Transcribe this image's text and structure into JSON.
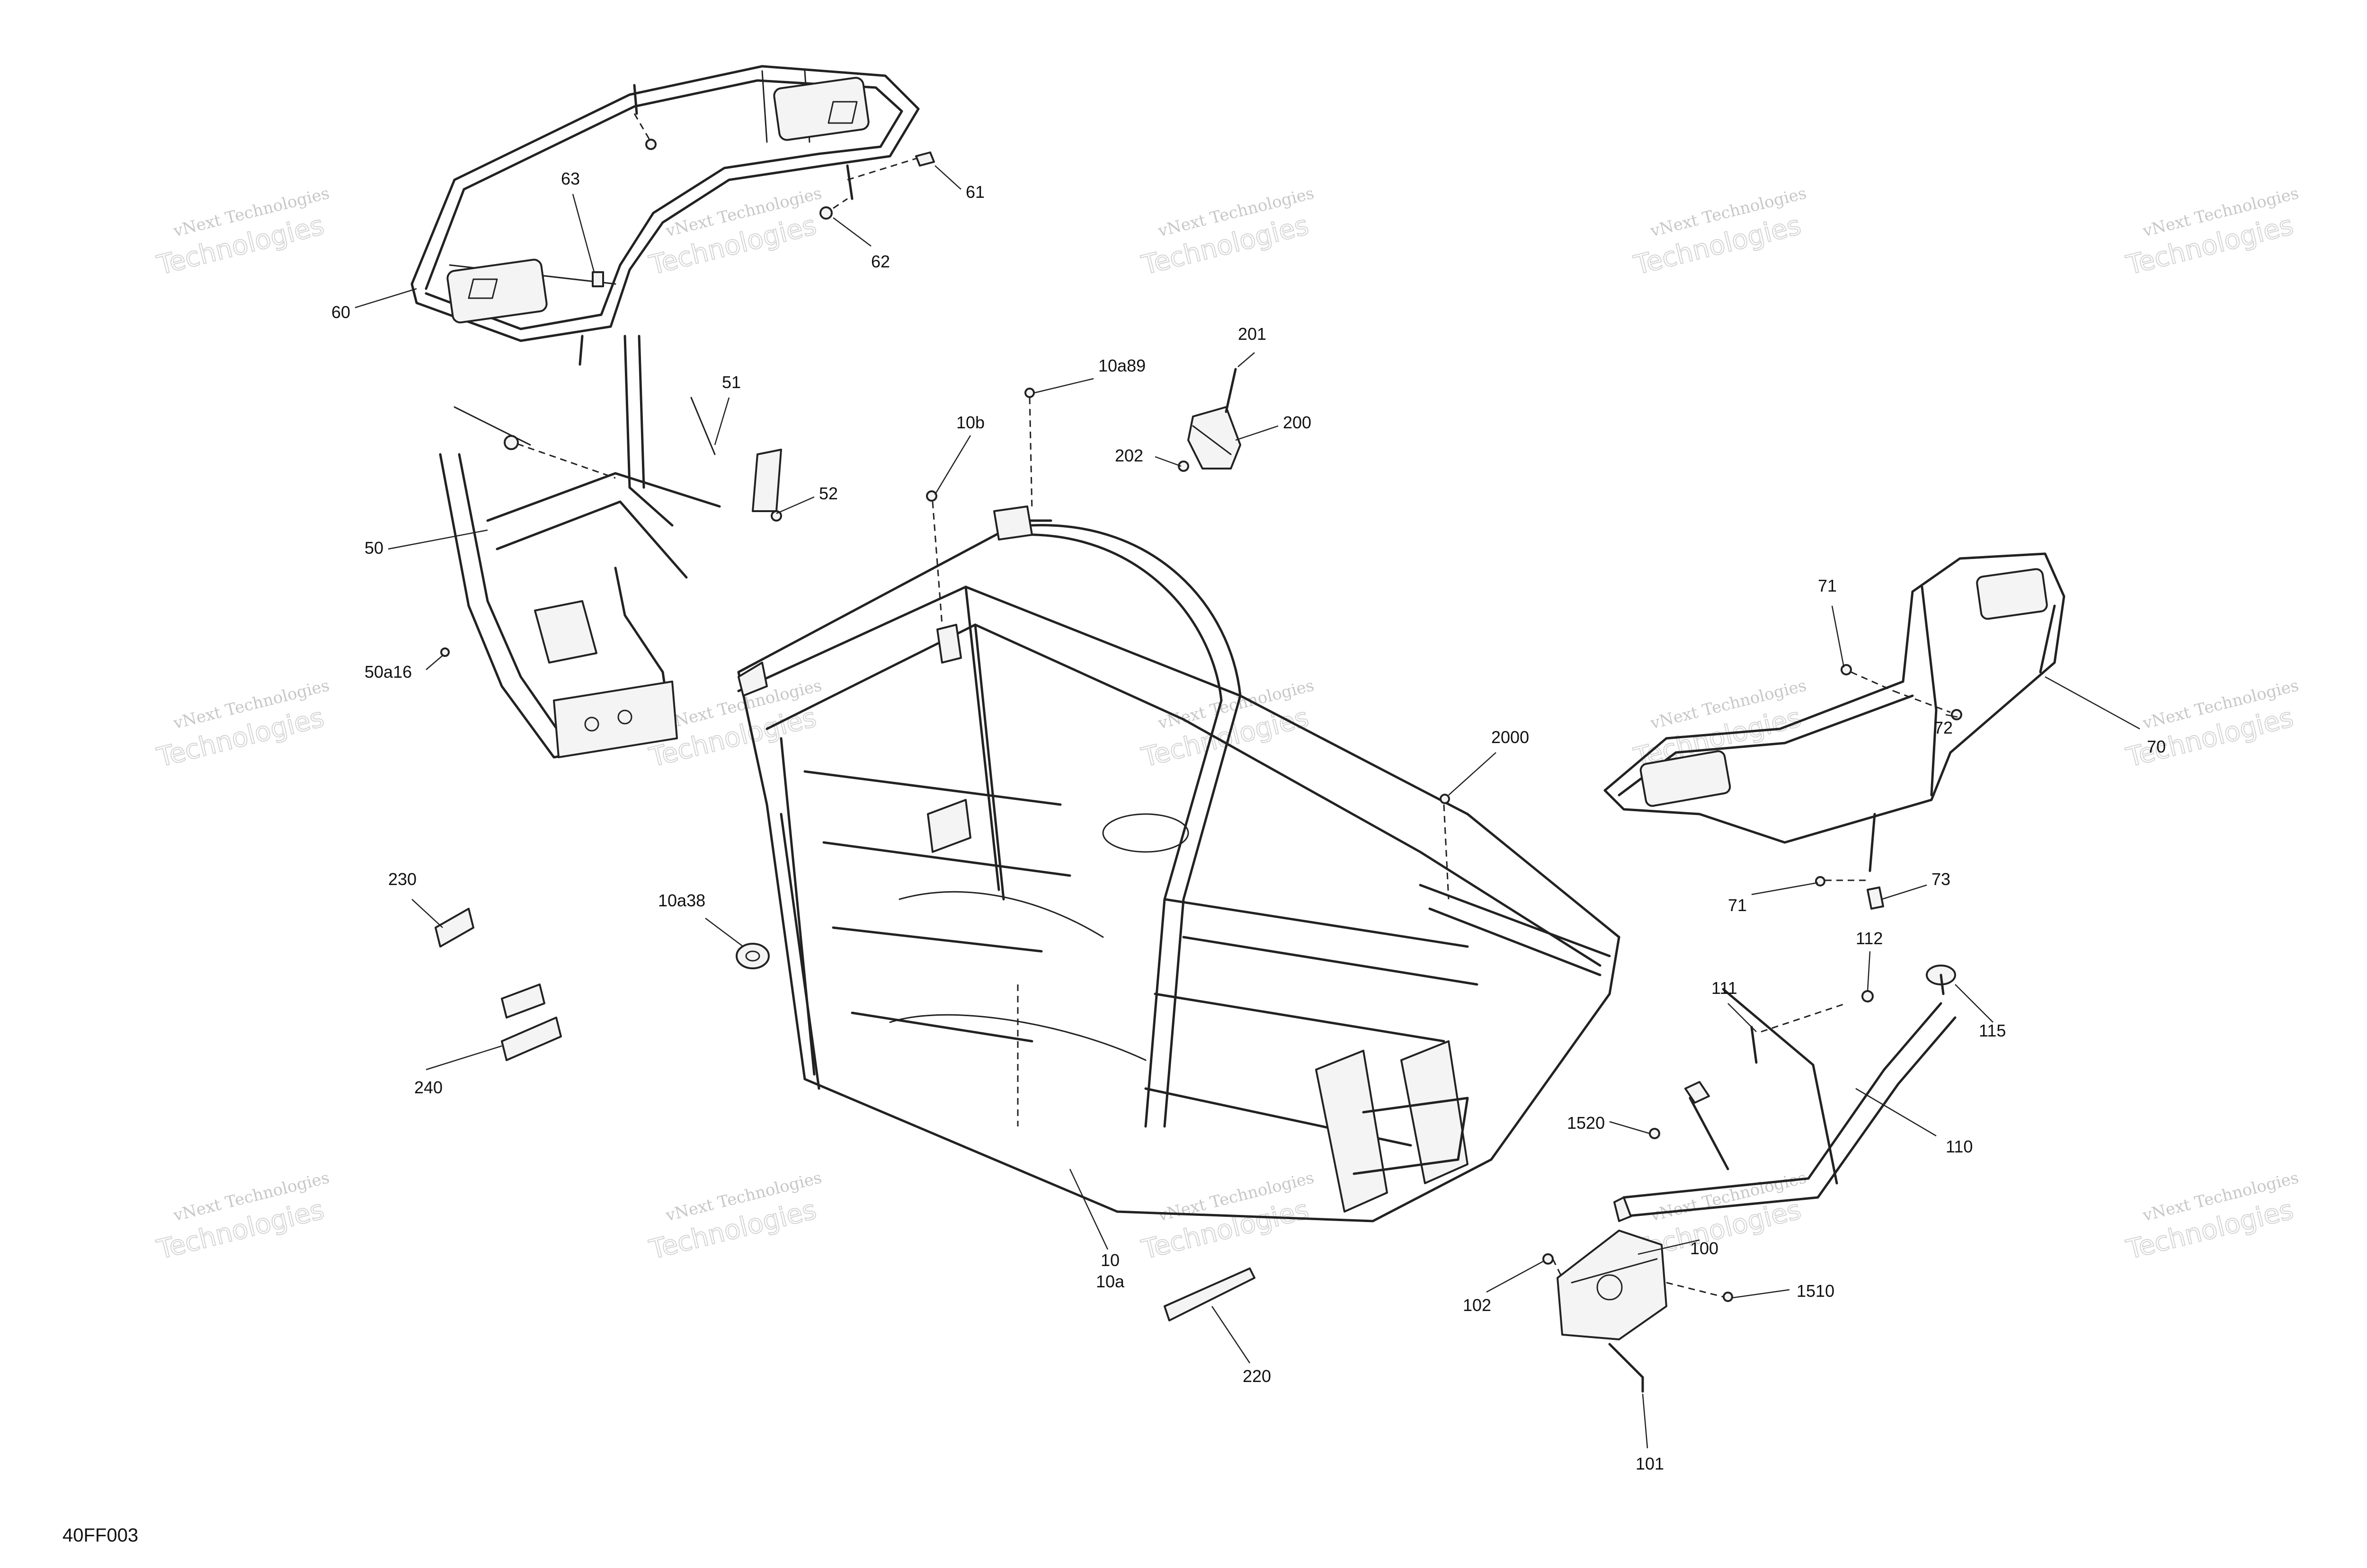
{
  "document_code": "40FF003",
  "watermark": {
    "line1": "vNext Technologies",
    "line2": "Technologies"
  },
  "callouts": {
    "c60": "60",
    "c61": "61",
    "c62": "62",
    "c63": "63",
    "c50": "50",
    "c51": "51",
    "c52": "52",
    "c50a16": "50a16",
    "c10a89": "10a89",
    "c10b": "10b",
    "c201": "201",
    "c200": "200",
    "c202": "202",
    "c71a": "71",
    "c72": "72",
    "c70": "70",
    "c71b": "71",
    "c73": "73",
    "c2000": "2000",
    "c230": "230",
    "c240": "240",
    "c10a38": "10a38",
    "c111": "111",
    "c112": "112",
    "c115": "115",
    "c110": "110",
    "c1520": "1520",
    "c10": "10",
    "c10a": "10a",
    "c100": "100",
    "c102": "102",
    "c1510": "1510",
    "c220": "220",
    "c101": "101"
  }
}
